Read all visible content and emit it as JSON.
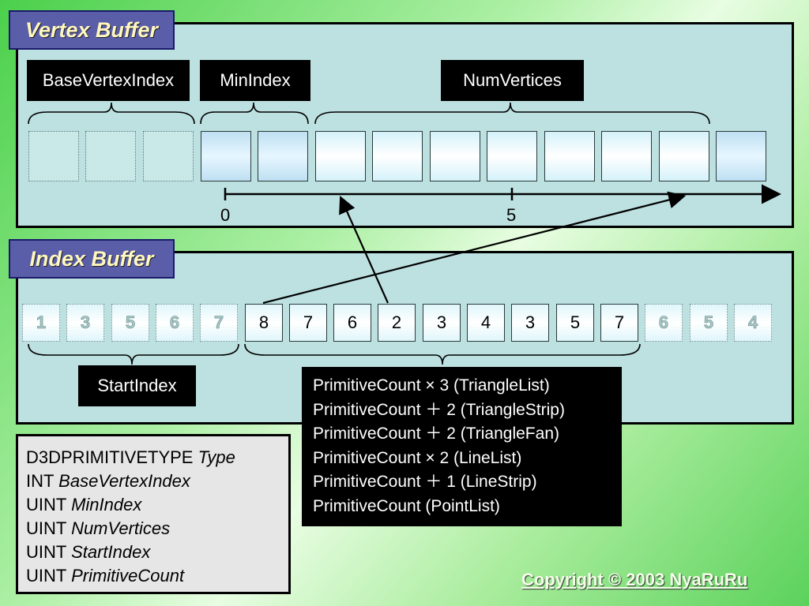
{
  "vertex_buffer": {
    "title": "Vertex Buffer",
    "labels": {
      "base_vertex_index": "BaseVertexIndex",
      "min_index": "MinIndex",
      "num_vertices": "NumVertices"
    },
    "axis_labels": [
      "0",
      "5"
    ]
  },
  "index_buffer": {
    "title": "Index Buffer",
    "values": [
      "1",
      "3",
      "5",
      "6",
      "7",
      "8",
      "7",
      "6",
      "2",
      "3",
      "4",
      "3",
      "5",
      "7",
      "6",
      "5",
      "4"
    ],
    "start_index_label": "StartIndex"
  },
  "formulas": [
    "PrimitiveCount × 3 (TriangleList)",
    "PrimitiveCount ＋ 2 (TriangleStrip)",
    "PrimitiveCount ＋ 2 (TriangleFan)",
    "PrimitiveCount × 2 (LineList)",
    "PrimitiveCount ＋ 1 (LineStrip)",
    "PrimitiveCount (PointList)"
  ],
  "parameters": [
    {
      "type": "D3DPRIMITIVETYPE",
      "name": "Type"
    },
    {
      "type": "INT",
      "name": "BaseVertexIndex"
    },
    {
      "type": "UINT",
      "name": "MinIndex"
    },
    {
      "type": "UINT",
      "name": "NumVertices"
    },
    {
      "type": "UINT",
      "name": "StartIndex"
    },
    {
      "type": "UINT",
      "name": "PrimitiveCount"
    }
  ],
  "copyright": "Copyright © 2003 NyaRuRu"
}
